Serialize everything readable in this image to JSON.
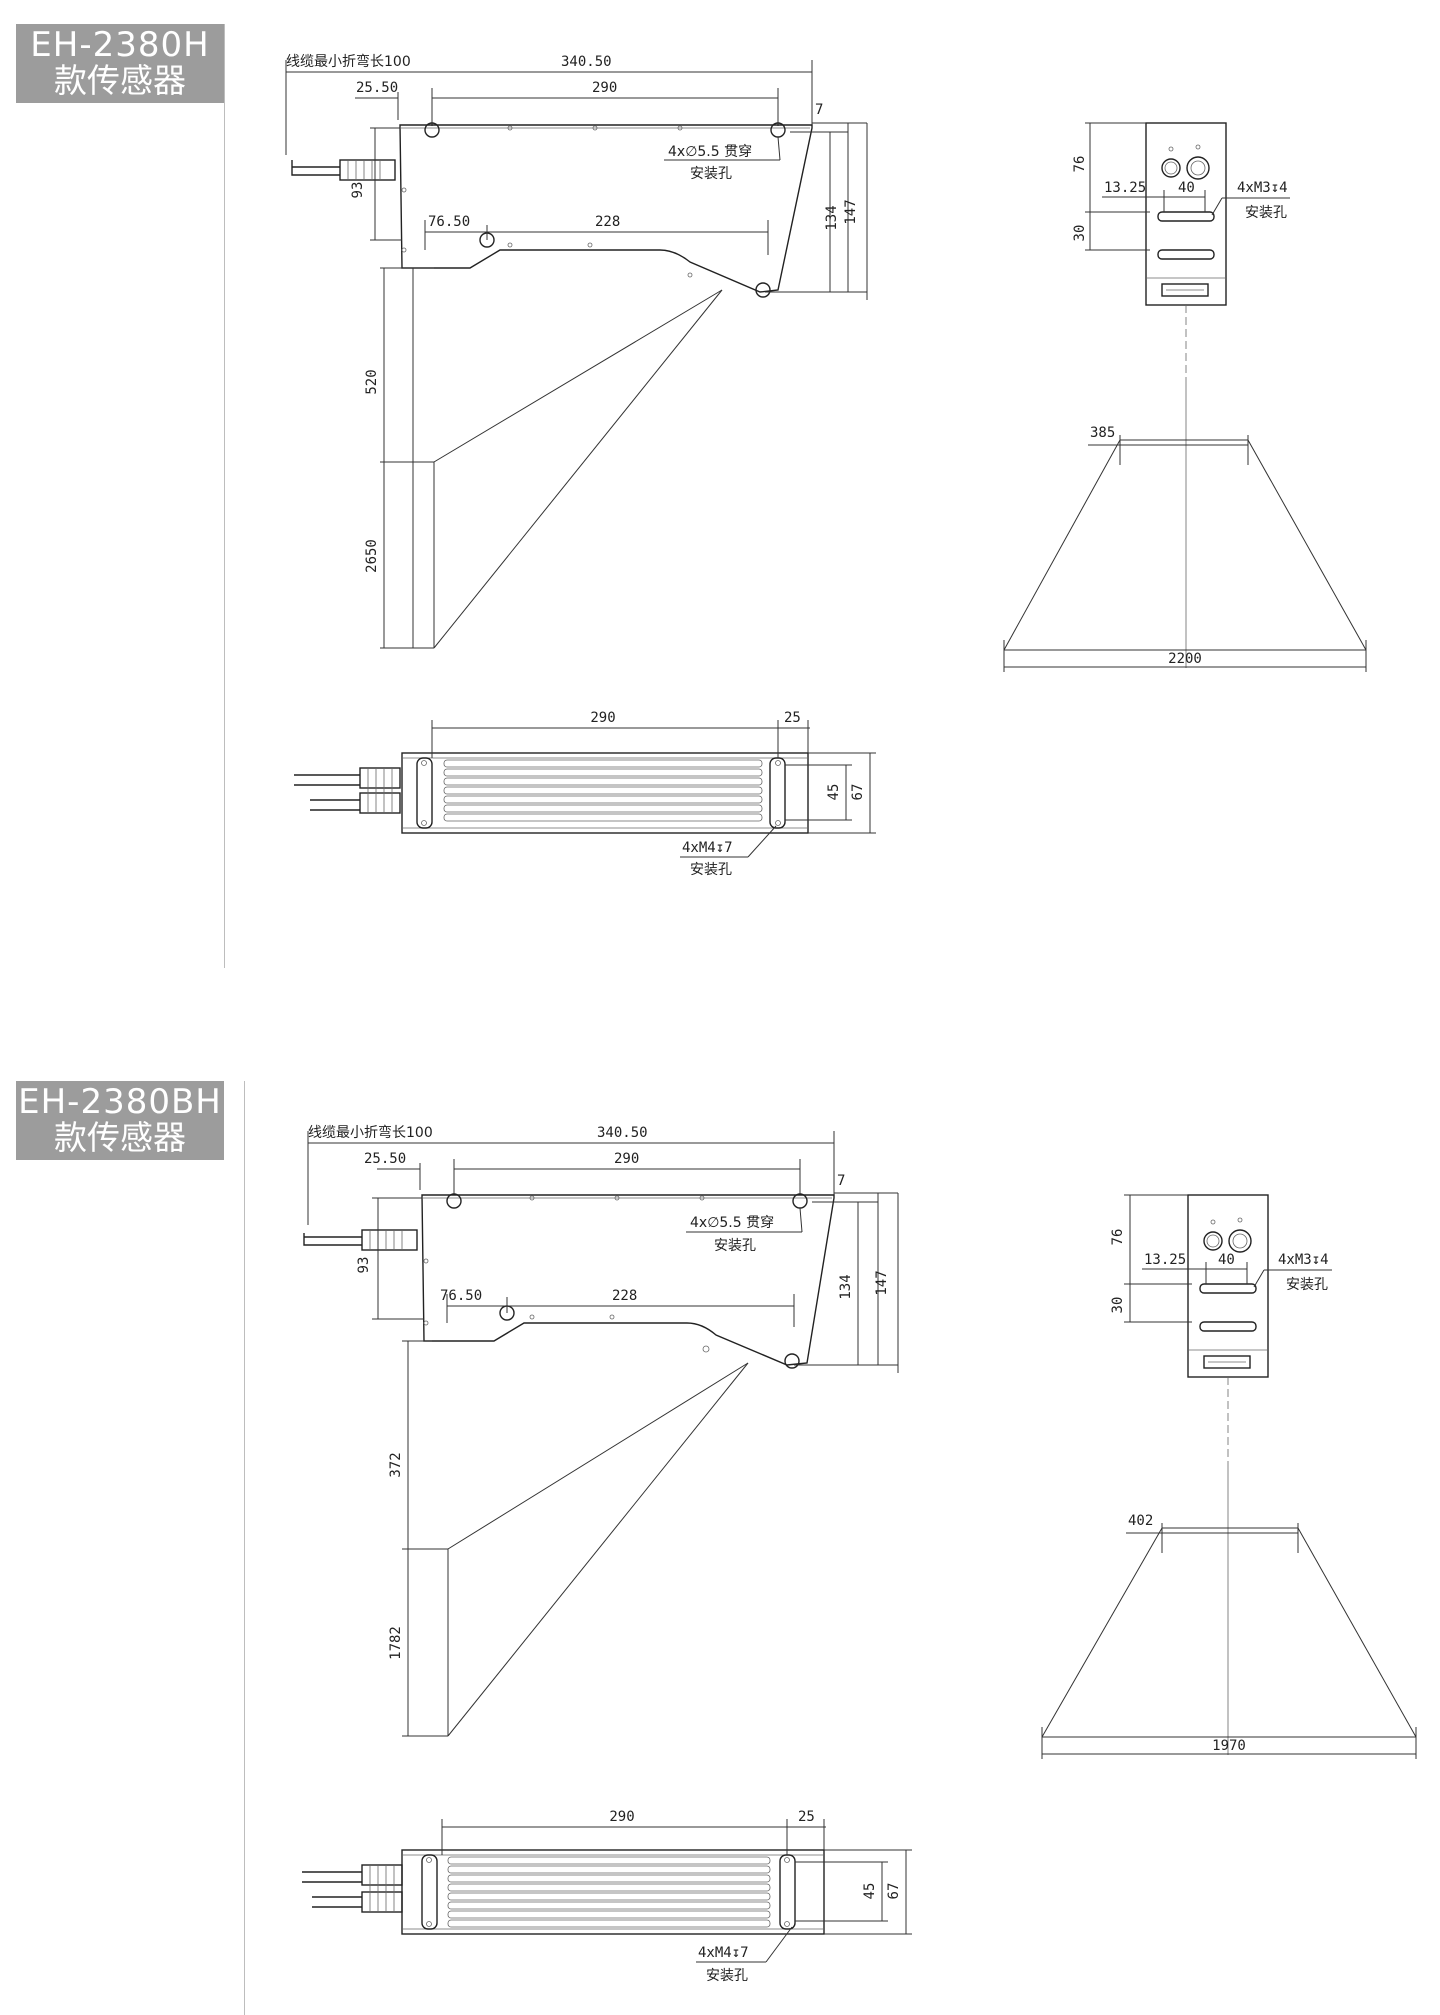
{
  "sections": [
    {
      "model": "EH-2380H",
      "subtitle": "款传感器",
      "side": {
        "cable_note": "线缆最小折弯长100",
        "overall_length": "340.50",
        "offset_left": "25.50",
        "hole_spacing": "290",
        "top_gap": "7",
        "height_front": "134",
        "height_total": "147",
        "cable_height": "93",
        "lower_offset": "76.50",
        "lower_span": "228",
        "hole_note": "4x∅5.5 贯穿",
        "hole_note2": "安装孔",
        "near_range": "520",
        "far_range": "2650"
      },
      "front": {
        "height_top": "76",
        "height_bottom": "30",
        "offset": "13.25",
        "spacing": "40",
        "thread_note": "4xM3↧4",
        "thread_note2": "安装孔",
        "near_width": "385",
        "far_width": "2200"
      },
      "bottom": {
        "hole_spacing": "290",
        "end_offset": "25",
        "inner_width": "45",
        "outer_width": "67",
        "thread_note": "4xM4↧7",
        "thread_note2": "安装孔"
      }
    },
    {
      "model": "EH-2380BH",
      "subtitle": "款传感器",
      "side": {
        "cable_note": "线缆最小折弯长100",
        "overall_length": "340.50",
        "offset_left": "25.50",
        "hole_spacing": "290",
        "top_gap": "7",
        "height_front": "134",
        "height_total": "147",
        "cable_height": "93",
        "lower_offset": "76.50",
        "lower_span": "228",
        "hole_note": "4x∅5.5 贯穿",
        "hole_note2": "安装孔",
        "near_range": "372",
        "far_range": "1782"
      },
      "front": {
        "height_top": "76",
        "height_bottom": "30",
        "offset": "13.25",
        "spacing": "40",
        "thread_note": "4xM3↧4",
        "thread_note2": "安装孔",
        "near_width": "402",
        "far_width": "1970"
      },
      "bottom": {
        "hole_spacing": "290",
        "end_offset": "25",
        "inner_width": "45",
        "outer_width": "67",
        "thread_note": "4xM4↧7",
        "thread_note2": "安装孔"
      }
    }
  ]
}
